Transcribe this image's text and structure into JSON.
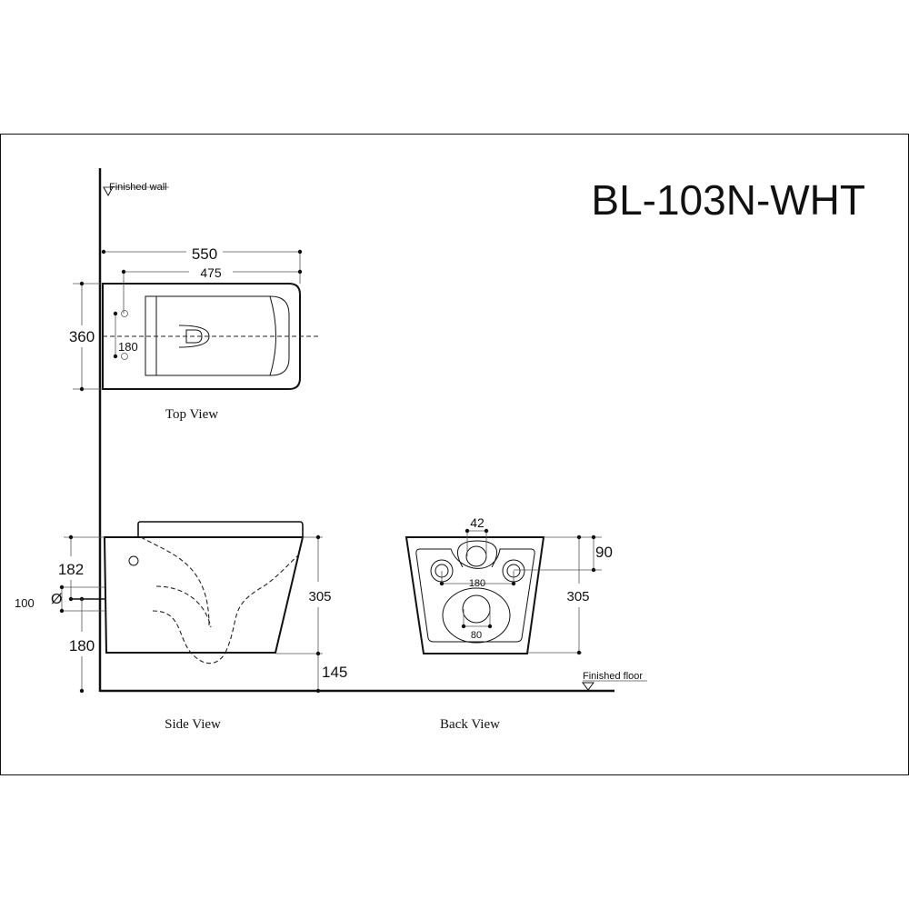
{
  "title": "BL-103N-WHT",
  "labels": {
    "finished_wall": "Finished wall",
    "finished_floor": "Finished floor",
    "top_view": "Top View",
    "side_view": "Side View",
    "back_view": "Back View"
  },
  "top_view_dims": {
    "length": "550",
    "inlet": "475",
    "width": "360",
    "bolt_spacing": "180"
  },
  "side_view_dims": {
    "inlet_height": "182",
    "diameter_symbol": "Ø",
    "diameter": "100",
    "outlet_height": "180",
    "height": "305",
    "floor_gap": "145"
  },
  "back_view_dims": {
    "inlet_width": "42",
    "inlet_depth": "90",
    "bolt_spacing": "180",
    "height": "305",
    "outlet": "80"
  }
}
